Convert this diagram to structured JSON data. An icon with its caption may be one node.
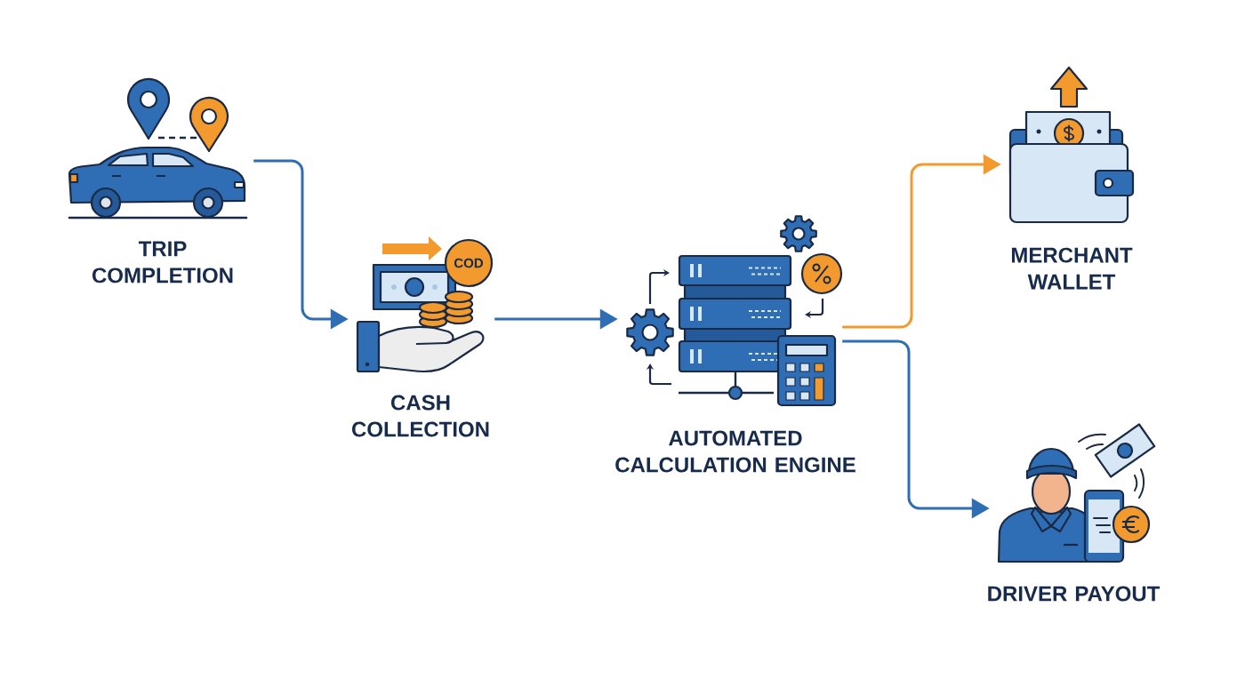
{
  "diagram": {
    "nodes": [
      {
        "text": [],
        "shape": "picture",
        "beside": [
          "TRIP COMPLETION"
        ]
      },
      {
        "text": [],
        "shape": "picture",
        "beside": [
          "CASH COLLECTION"
        ]
      },
      {
        "text": [
          "COD"
        ],
        "in": 1
      },
      {
        "text": [],
        "shape": "picture",
        "beside": [
          "AUTOMATED CALCULATION ENGINE"
        ]
      },
      {
        "text": [],
        "shape": "picture",
        "beside": [
          "MERCHANT WALLET"
        ]
      },
      {
        "text": [],
        "shape": "picture",
        "beside": [
          "DRIVER PAYOUT"
        ]
      }
    ],
    "edges": [
      {
        "from": 0,
        "to": 1,
        "arrow": "to"
      },
      {
        "from": 1,
        "to": 3,
        "arrow": "to"
      },
      {
        "from": 3,
        "to": 4,
        "arrow": "to",
        "color": "#f29a2e"
      },
      {
        "from": 3,
        "to": 5,
        "arrow": "to"
      }
    ]
  }
}
